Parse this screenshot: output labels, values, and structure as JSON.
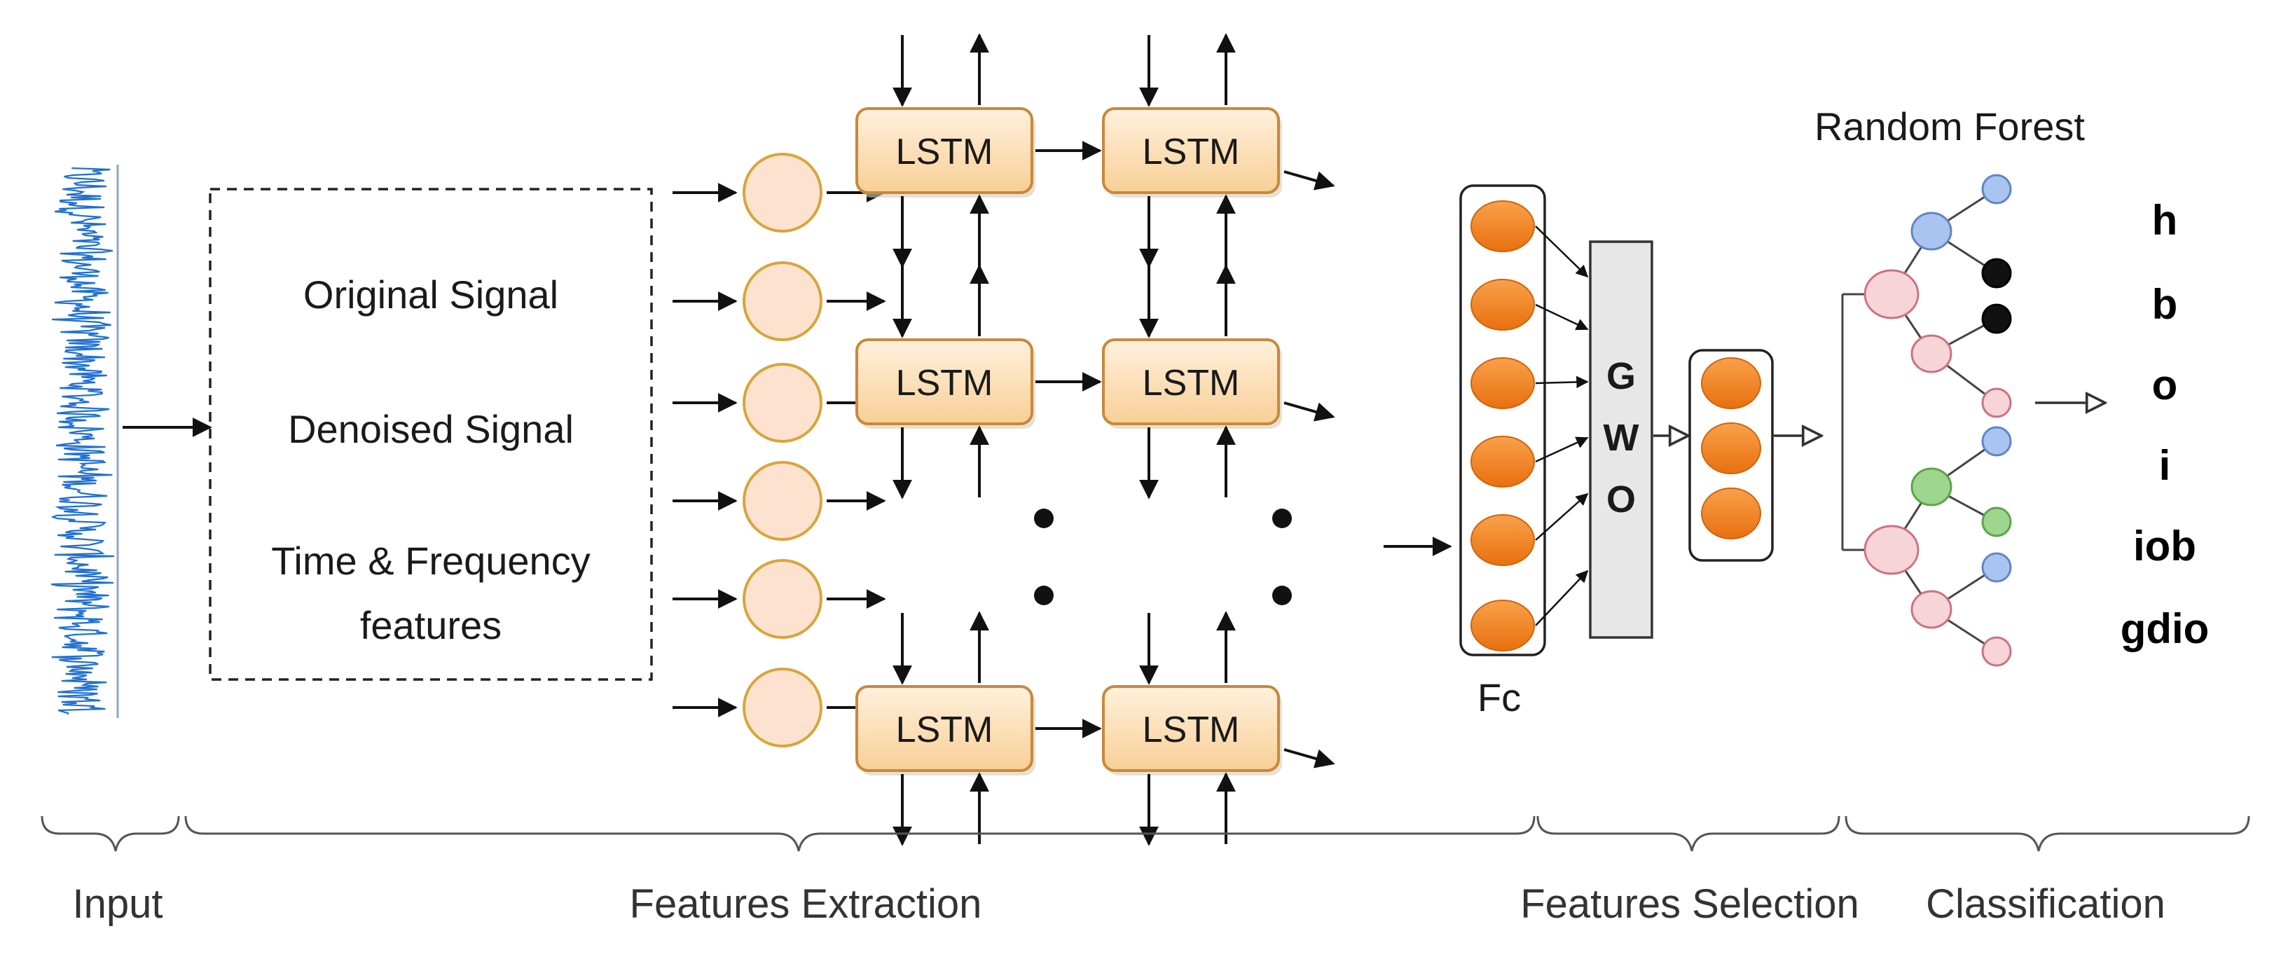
{
  "stages": {
    "input": "Input",
    "features_extraction": "Features Extraction",
    "features_selection": "Features Selection",
    "classification": "Classification"
  },
  "feature_box": {
    "line1": "Original Signal",
    "line2": "Denoised Signal",
    "line3": "Time & Frequency",
    "line4": "features"
  },
  "lstm_label": "LSTM",
  "fc_label": "Fc",
  "gwo_letters": [
    "G",
    "W",
    "O"
  ],
  "random_forest_label": "Random Forest",
  "classes": [
    "h",
    "b",
    "o",
    "i",
    "iob",
    "gdio"
  ],
  "colors": {
    "signal": "#1f6fd1",
    "circle_fill": "#fde3cf",
    "circle_stroke": "#d8a53c",
    "lstm_fill": "#fde3c2",
    "lstm_stroke": "#c8893c",
    "fc_cell": "#f07a16",
    "gwo_fill": "#e6e6e6",
    "tree_root": "#f6d4d8",
    "tree_blue": "#a9c4ef",
    "tree_green": "#9fd68e",
    "tree_black": "#111111"
  }
}
